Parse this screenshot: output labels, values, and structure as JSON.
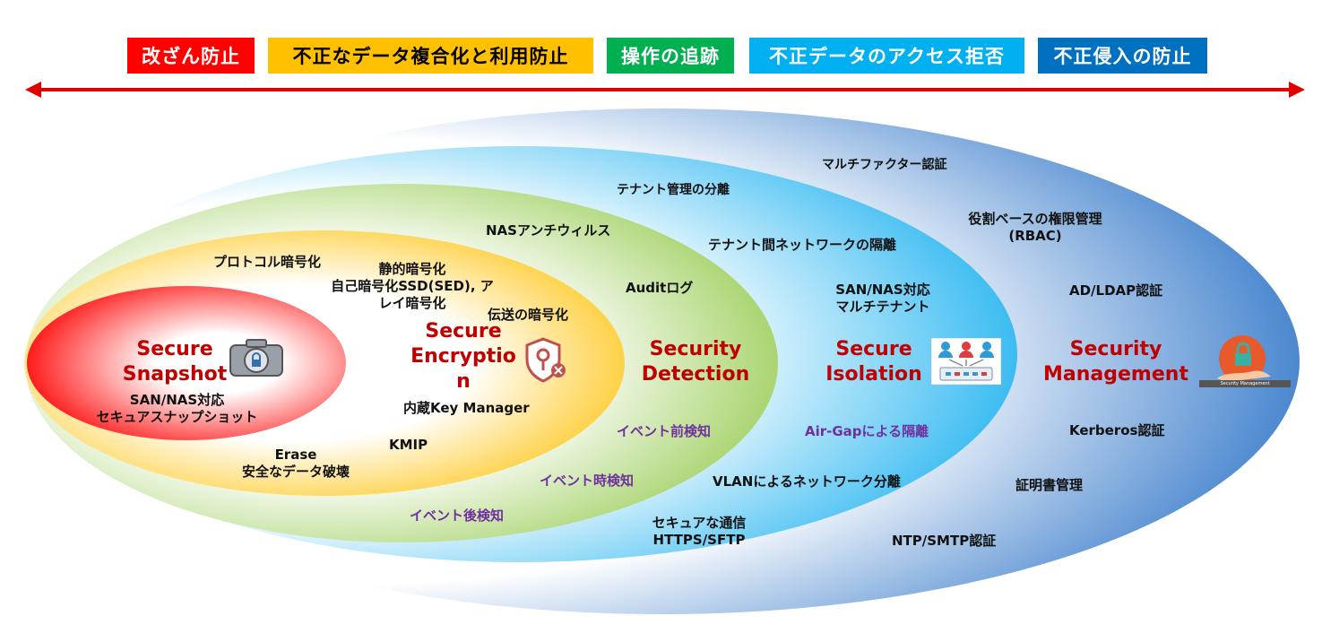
{
  "legend": [
    {
      "label": "改ざん防止",
      "color": "#ff0000"
    },
    {
      "label": "不正なデータ複合化と利用防止",
      "color": "#ffc000"
    },
    {
      "label": "操作の追跡",
      "color": "#00b050"
    },
    {
      "label": "不正データのアクセス拒否",
      "color": "#00b0f0"
    },
    {
      "label": "不正侵入の防止",
      "color": "#0070c0"
    }
  ],
  "arrow_color": "#e00000",
  "layers": {
    "snapshot": {
      "title_line1": "Secure",
      "title_line2": "Snapshot",
      "icon": "camera-lock-icon",
      "items": [
        "SAN/NAS対応",
        "セキュアスナップショット"
      ]
    },
    "encryption": {
      "title_line1": "Secure",
      "title_line2": "Encryptio",
      "title_line3": "n",
      "icon": "shield-key-icon",
      "items": {
        "protocol": "プロトコル暗号化",
        "static1": "静的暗号化",
        "static2": "自己暗号化SSD(SED), ア",
        "static3": "レイ暗号化",
        "transmission": "伝送の暗号化",
        "keymgr": "内蔵Key Manager",
        "kmip": "KMIP",
        "erase1": "Erase",
        "erase2": "安全なデータ破壊"
      }
    },
    "detection": {
      "title_line1": "Security",
      "title_line2": "Detection",
      "items": {
        "antivirus": "NASアンチウィルス",
        "audit": "Auditログ"
      },
      "purple": {
        "before": "イベント前検知",
        "during": "イベント時検知",
        "after": "イベント後検知"
      }
    },
    "isolation": {
      "title_line1": "Secure",
      "title_line2": "Isolation",
      "icon": "multi-tenant-icon",
      "items": {
        "tenant_admin": "テナント管理の分離",
        "tenant_net": "テナント間ネットワークの隔離",
        "multi1": "SAN/NAS対応",
        "multi2": "マルチテナント",
        "vlan": "VLANによるネットワーク分離",
        "secure1": "セキュアな通信",
        "secure2": "HTTPS/SFTP"
      },
      "purple": {
        "airgap": "Air-Gapによる隔離"
      }
    },
    "management": {
      "title_line1": "Security",
      "title_line2": "Management",
      "icon": "security-management-icon",
      "icon_caption": "Security Management",
      "items": {
        "mfa": "マルチファクター認証",
        "rbac1": "役割ベースの権限管理",
        "rbac2": "(RBAC)",
        "ad": "AD/LDAP認証",
        "kerberos": "Kerberos認証",
        "cert": "証明書管理",
        "ntp": "NTP/SMTP認証"
      }
    }
  }
}
